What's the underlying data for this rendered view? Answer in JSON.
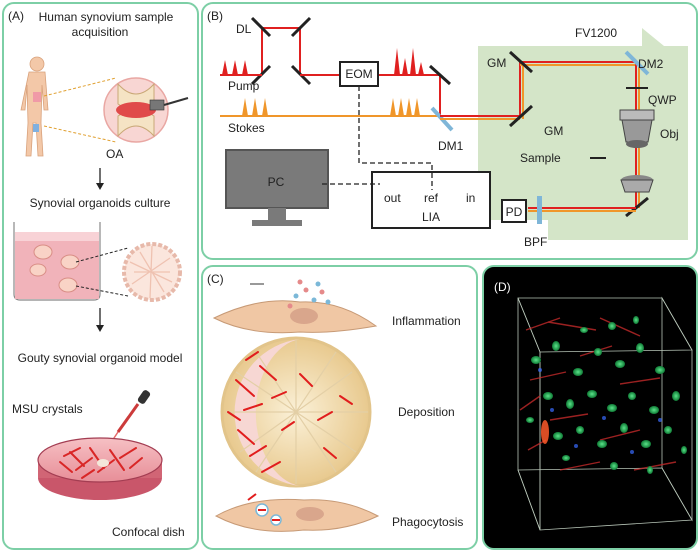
{
  "panel_a": {
    "label": "(A)",
    "step1": "Human synovium sample acquisition",
    "oa": "OA",
    "step2": "Synovial organoids culture",
    "step3": "Gouty synovial organoid model",
    "msu": "MSU crystals",
    "dish": "Confocal dish"
  },
  "panel_b": {
    "label": "(B)",
    "dl": "DL",
    "pump": "Pump",
    "stokes": "Stokes",
    "eom": "EOM",
    "dm1": "DM1",
    "dm2": "DM2",
    "fv1200": "FV1200",
    "gm1": "GM",
    "gm2": "GM",
    "qwp": "QWP",
    "obj": "Obj",
    "sample": "Sample",
    "pc": "PC",
    "lia_out": "out",
    "lia_ref": "ref",
    "lia_in": "in",
    "lia": "LIA",
    "pd": "PD",
    "bpf": "BPF"
  },
  "panel_c": {
    "label": "(C)",
    "inflammation": "Inflammation",
    "deposition": "Deposition",
    "phagocytosis": "Phagocytosis"
  },
  "panel_d": {
    "label": "(D)"
  },
  "colors": {
    "border": "#7dcfa6",
    "pump": "#e02020",
    "stokes": "#f0962a",
    "microscope": "#d4e5c8"
  }
}
